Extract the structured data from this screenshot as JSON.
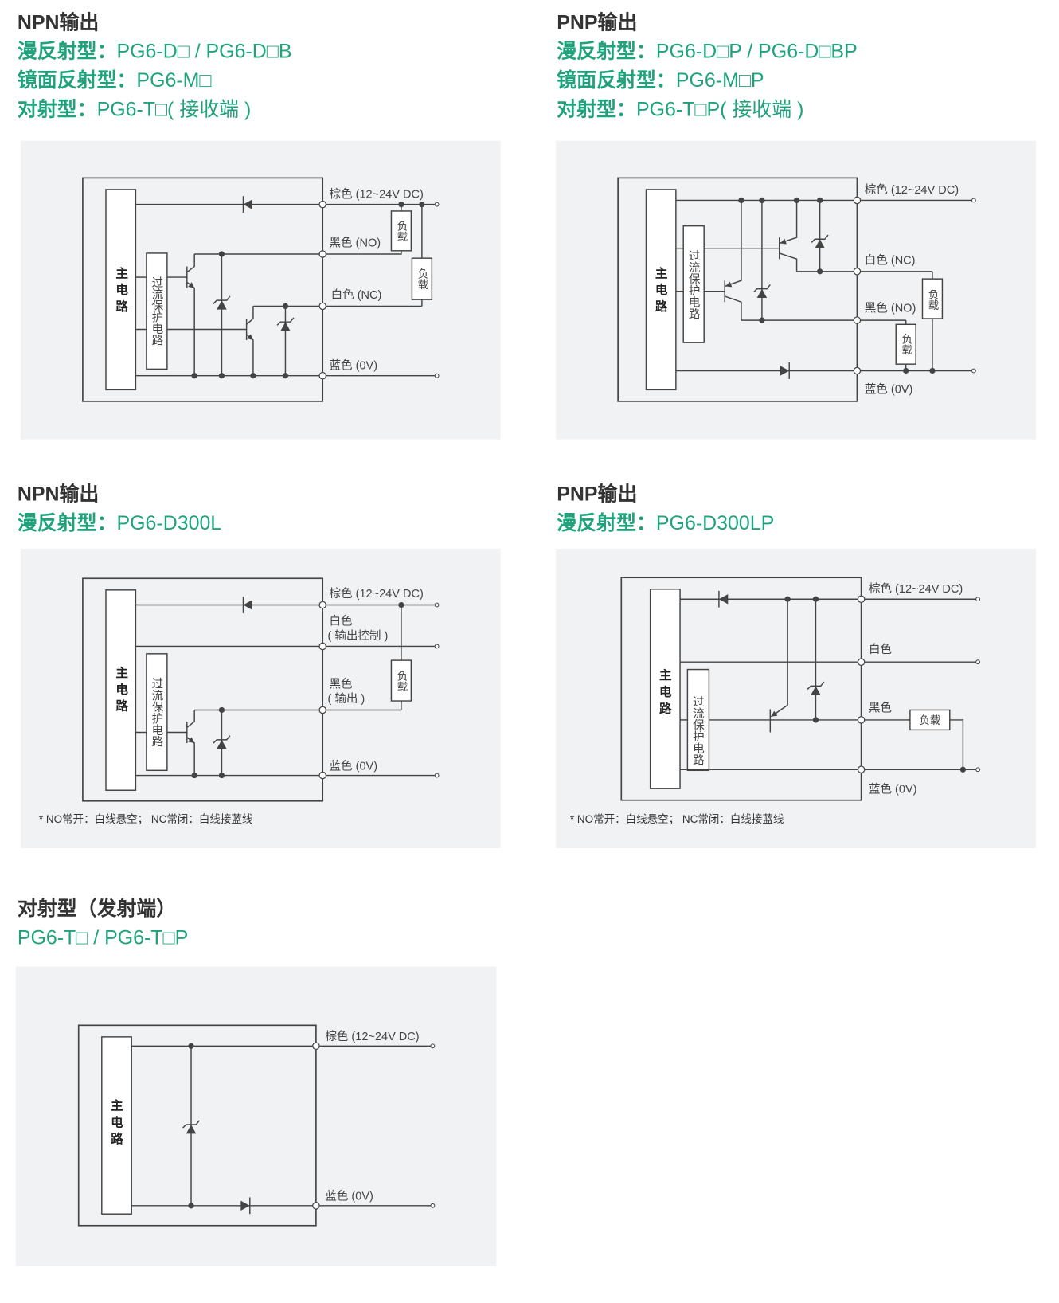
{
  "colors": {
    "accent": "#1fa37d",
    "heading": "#333333",
    "panel_bg": "#f1f2f4",
    "line": "#444444"
  },
  "sections": [
    {
      "heading": "NPN输出",
      "models": [
        {
          "type": "漫反射型：",
          "model": "PG6-D□ / PG6-D□B"
        },
        {
          "type": "镜面反射型：",
          "model": "PG6-M□"
        },
        {
          "type": "对射型：",
          "model": "PG6-T□( 接收端 )"
        }
      ],
      "diagram": {
        "main": "主电路",
        "protection": "过流保护电路",
        "load": "负载",
        "wires": {
          "brown": "棕色 (12~24V DC)",
          "black": "黑色 (NO)",
          "white": "白色 (NC)",
          "blue": "蓝色 (0V)"
        }
      }
    },
    {
      "heading": "PNP输出",
      "models": [
        {
          "type": "漫反射型：",
          "model": "PG6-D□P / PG6-D□BP"
        },
        {
          "type": "镜面反射型：",
          "model": "PG6-M□P"
        },
        {
          "type": "对射型：",
          "model": "PG6-T□P( 接收端 )"
        }
      ],
      "diagram": {
        "main": "主电路",
        "protection": "过流保护电路",
        "load": "负载",
        "wires": {
          "brown": "棕色 (12~24V DC)",
          "white": "白色 (NC)",
          "black": "黑色 (NO)",
          "blue": "蓝色 (0V)"
        }
      }
    },
    {
      "heading": "NPN输出",
      "models": [
        {
          "type": "漫反射型：",
          "model": "PG6-D300L"
        }
      ],
      "diagram": {
        "main": "主电路",
        "protection": "过流保护电路",
        "load": "负载",
        "wires": {
          "brown": "棕色 (12~24V DC)",
          "white": "白色",
          "white_note": "( 输出控制 )",
          "black": "黑色",
          "black_note": "( 输出 )",
          "blue": "蓝色 (0V)"
        },
        "footnote": "* NO常开：白线悬空； NC常闭：白线接蓝线"
      }
    },
    {
      "heading": "PNP输出",
      "models": [
        {
          "type": "漫反射型：",
          "model": "PG6-D300LP"
        }
      ],
      "diagram": {
        "main": "主电路",
        "protection": "过流保护电路",
        "load": "负载",
        "wires": {
          "brown": "棕色 (12~24V DC)",
          "white": "白色",
          "black": "黑色",
          "blue": "蓝色 (0V)"
        },
        "footnote": "* NO常开：白线悬空； NC常闭：白线接蓝线"
      }
    },
    {
      "heading": "对射型（发射端）",
      "models": [
        {
          "type": "",
          "model": "PG6-T□ / PG6-T□P"
        }
      ],
      "diagram": {
        "main": "主电路",
        "wires": {
          "brown": "棕色 (12~24V DC)",
          "blue": "蓝色 (0V)"
        }
      }
    }
  ]
}
